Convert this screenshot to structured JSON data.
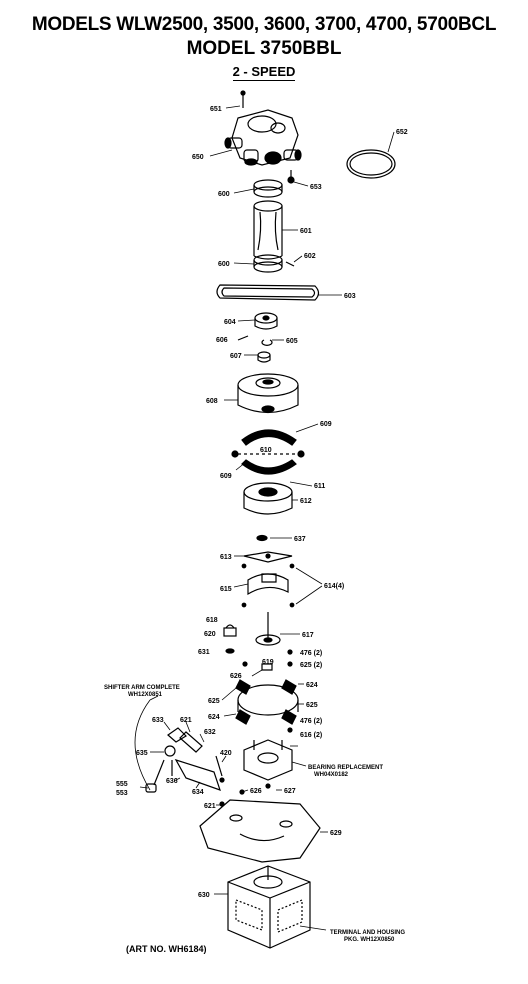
{
  "title": {
    "line1": "MODELS WLW2500, 3500, 3600, 3700, 4700, 5700BCL",
    "line2": "MODEL 3750BBL",
    "line3": "2 - SPEED"
  },
  "parts": {
    "p651": "651",
    "p650": "650",
    "p652": "652",
    "p653": "653",
    "p600a": "600",
    "p601": "601",
    "p600b": "600",
    "p602": "602",
    "p603": "603",
    "p604": "604",
    "p606": "606",
    "p605": "605",
    "p607": "607",
    "p608": "608",
    "p609a": "609",
    "p610": "610",
    "p609b": "609",
    "p611": "611",
    "p612": "612",
    "p637": "637",
    "p613": "613",
    "p614": "614(4)",
    "p615": "615",
    "p618": "618",
    "p620": "620",
    "p617": "617",
    "p631": "631",
    "p476a": "476 (2)",
    "p625a": "625 (2)",
    "p619": "619",
    "p626": "626",
    "p625b": "625",
    "p624a": "624",
    "p624b": "624",
    "p625c": "625",
    "p476b": "476 (2)",
    "p616": "616 (2)",
    "p633": "633",
    "p621": "621",
    "p632": "632",
    "p635": "635",
    "p420": "420",
    "p636": "636",
    "p634": "634",
    "p555": "555",
    "p553": "553",
    "p626b": "626",
    "p627": "627",
    "p621b": "621",
    "p629": "629",
    "p630": "630"
  },
  "notes": {
    "shifter1": "SHIFTER ARM COMPLETE",
    "shifter2": "WH12X0851",
    "bearing1": "BEARING REPLACEMENT",
    "bearing2": "WH04X0182",
    "terminal1": "TERMINAL AND HOUSING",
    "terminal2": "PKG. WH12X0850"
  },
  "art_no": "(ART NO. WH6184)"
}
